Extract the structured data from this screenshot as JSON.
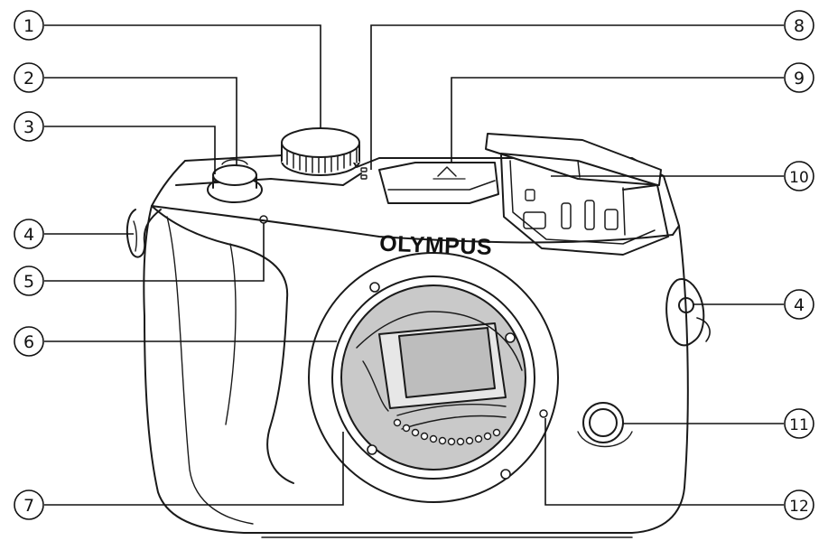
{
  "diagram": {
    "brand_label": "OLYMPUS",
    "callouts": [
      {
        "id": "1",
        "label": "1"
      },
      {
        "id": "2",
        "label": "2"
      },
      {
        "id": "3",
        "label": "3"
      },
      {
        "id": "4",
        "label": "4"
      },
      {
        "id": "5",
        "label": "5"
      },
      {
        "id": "6",
        "label": "6"
      },
      {
        "id": "7",
        "label": "7"
      },
      {
        "id": "8",
        "label": "8"
      },
      {
        "id": "9",
        "label": "9"
      },
      {
        "id": "10",
        "label": "10"
      },
      {
        "id": "4b",
        "label": "4"
      },
      {
        "id": "11",
        "label": "11"
      },
      {
        "id": "12",
        "label": "12"
      }
    ]
  }
}
